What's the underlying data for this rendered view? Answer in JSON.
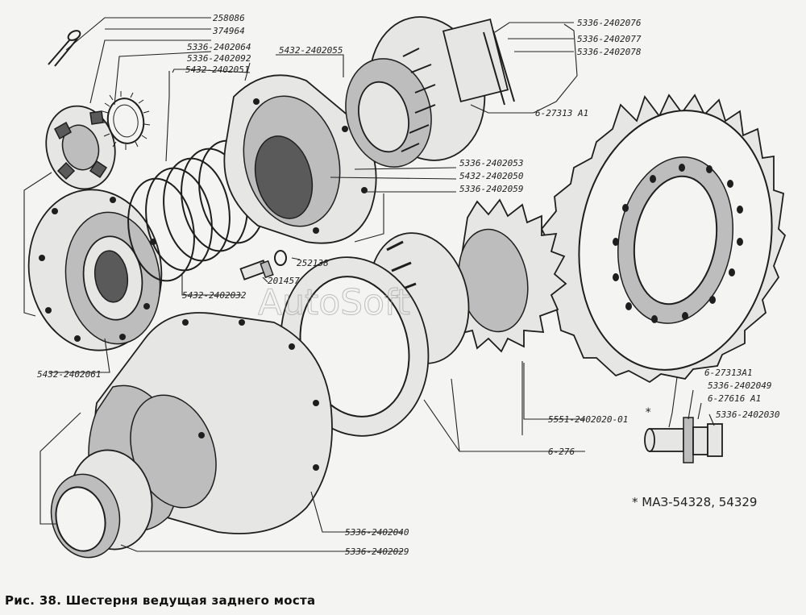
{
  "caption": "Рис. 38. Шестерня ведущая заднего моста",
  "model_note": "* МАЗ-54328, 54329",
  "watermark": "AutoSoft",
  "labels": {
    "l258086": "258086",
    "l374964": "374964",
    "l5336_2402064": "5336-2402064",
    "l5336_2402092": "5336-2402092",
    "l5432_2402051": "5432-2402051",
    "l5432_2402055": "5432-2402055",
    "l5336_2402076": "5336-2402076",
    "l5336_2402077": "5336-2402077",
    "l5336_2402078": "5336-2402078",
    "l6_27313A1_top": "6-27313 А1",
    "l5336_2402053": "5336-2402053",
    "l5432_2402050": "5432-2402050",
    "l5336_2402059": "5336-2402059",
    "l252138": "252138",
    "l201457": "201457",
    "l5432_2402032": "5432-2402032",
    "l5432_2402061": "5432-2402061",
    "l5551_2402020_01": "5551-2402020-01",
    "l6_276": "6-276",
    "l6_27313A1_small": "6-27313А1",
    "l5336_2402049": "5336-2402049",
    "l6_27616A1": "6-27616 А1",
    "l5336_2402030": "5336-2402030",
    "l5336_2402040": "5336-2402040",
    "l5336_2402029": "5336-2402029",
    "asterisk": "*"
  }
}
